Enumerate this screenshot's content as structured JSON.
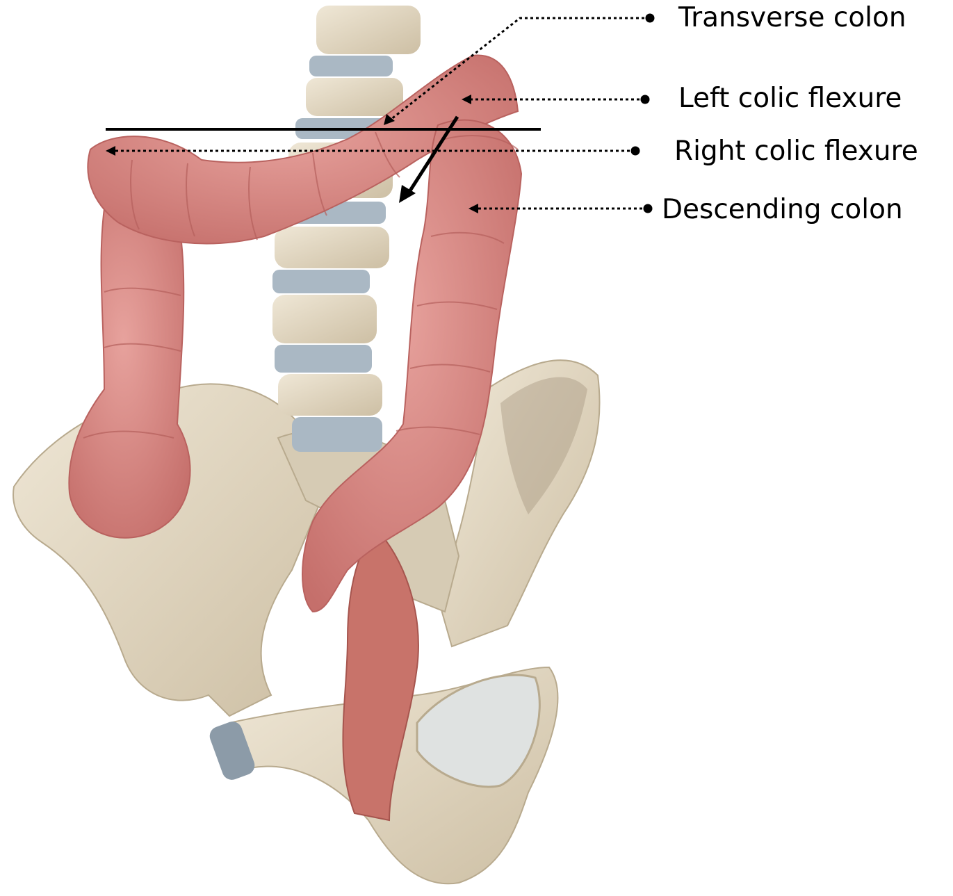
{
  "labels": {
    "transverse_colon": "Transverse colon",
    "left_colic_flexure": "Left colic flexure",
    "right_colic_flexure": "Right colic flexure",
    "descending_colon": "Descending colon"
  },
  "colors": {
    "bone": "#e6dcc8",
    "bone_shade": "#c9bca2",
    "disc": "#aab8c4",
    "colon": "#d88b87",
    "colon_shade": "#b9625f",
    "rectum": "#c8736a",
    "leader": "#000000"
  }
}
